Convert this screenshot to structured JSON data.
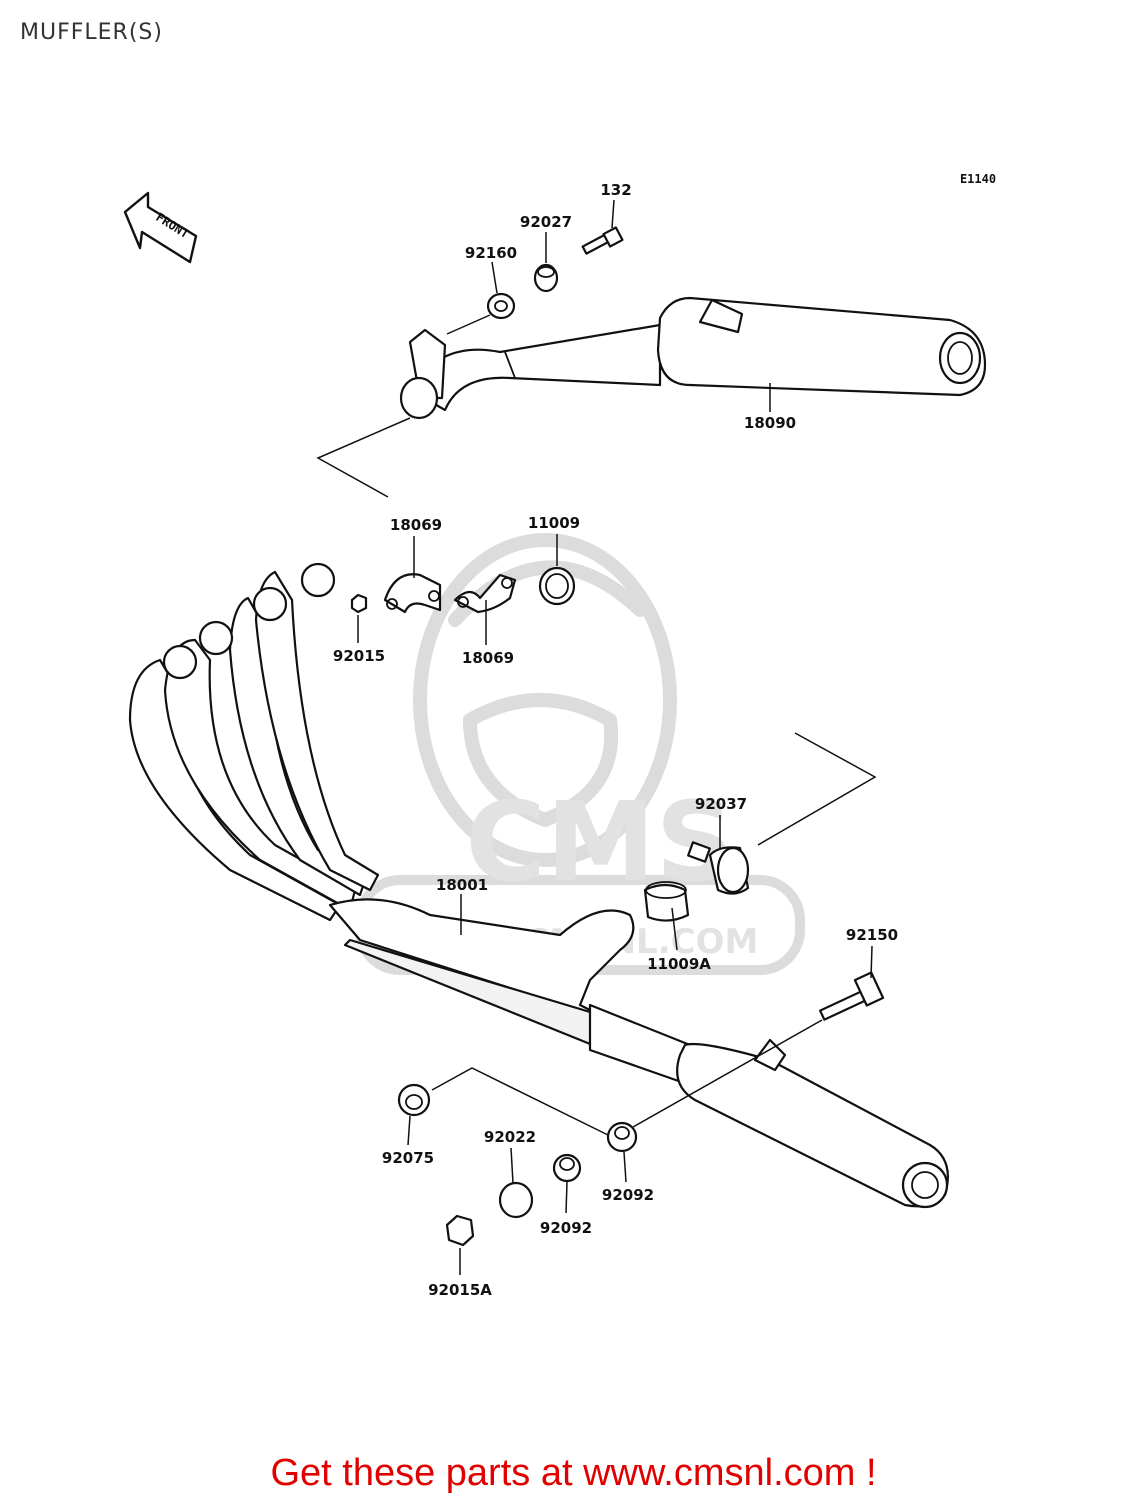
{
  "page": {
    "title": "MUFFLER(S)"
  },
  "diagram": {
    "code": "E1140",
    "front_label": "FRONT",
    "watermark": {
      "brand": "CMS",
      "url": "WWW.CMSNL.COM"
    },
    "parts": [
      {
        "id": "132",
        "label": "132"
      },
      {
        "id": "92027",
        "label": "92027"
      },
      {
        "id": "92160",
        "label": "92160"
      },
      {
        "id": "18090",
        "label": "18090"
      },
      {
        "id": "18069-top",
        "label": "18069"
      },
      {
        "id": "11009",
        "label": "11009"
      },
      {
        "id": "92015",
        "label": "92015"
      },
      {
        "id": "18069-bottom",
        "label": "18069"
      },
      {
        "id": "92037",
        "label": "92037"
      },
      {
        "id": "18001",
        "label": "18001"
      },
      {
        "id": "11009A",
        "label": "11009A"
      },
      {
        "id": "92150",
        "label": "92150"
      },
      {
        "id": "92075",
        "label": "92075"
      },
      {
        "id": "92022",
        "label": "92022"
      },
      {
        "id": "92092-a",
        "label": "92092"
      },
      {
        "id": "92092-b",
        "label": "92092"
      },
      {
        "id": "92015A",
        "label": "92015A"
      }
    ]
  },
  "footer": {
    "text": "Get these parts at www.cmsnl.com !",
    "color": "#e00000"
  }
}
